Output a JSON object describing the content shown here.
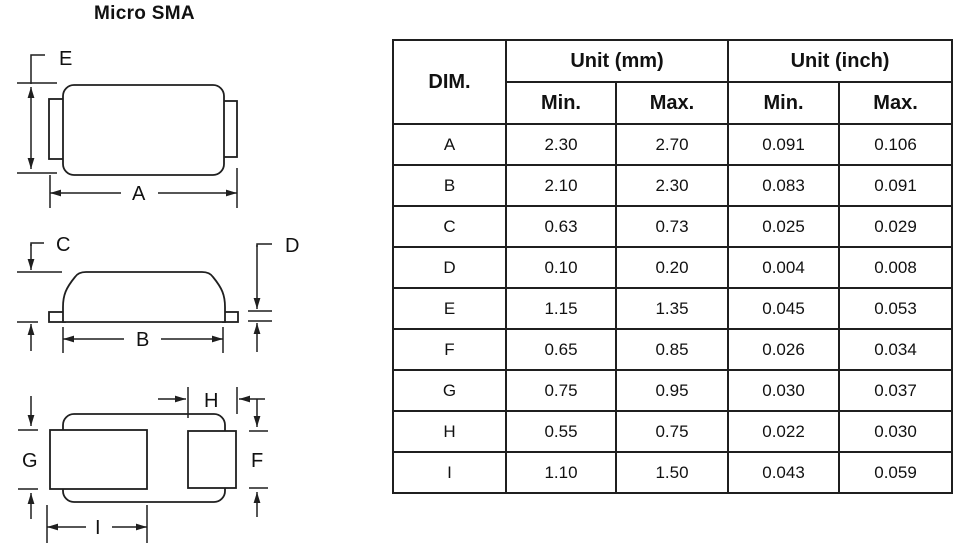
{
  "title": "Micro SMA",
  "colors": {
    "line": "#1f1f1f",
    "background": "#ffffff"
  },
  "table": {
    "dim_header": "DIM.",
    "group_headers": [
      "Unit (mm)",
      "Unit (inch)"
    ],
    "sub_headers": [
      "Min.",
      "Max.",
      "Min.",
      "Max."
    ],
    "rows": [
      {
        "dim": "A",
        "values": [
          "2.30",
          "2.70",
          "0.091",
          "0.106"
        ]
      },
      {
        "dim": "B",
        "values": [
          "2.10",
          "2.30",
          "0.083",
          "0.091"
        ]
      },
      {
        "dim": "C",
        "values": [
          "0.63",
          "0.73",
          "0.025",
          "0.029"
        ]
      },
      {
        "dim": "D",
        "values": [
          "0.10",
          "0.20",
          "0.004",
          "0.008"
        ]
      },
      {
        "dim": "E",
        "values": [
          "1.15",
          "1.35",
          "0.045",
          "0.053"
        ]
      },
      {
        "dim": "F",
        "values": [
          "0.65",
          "0.85",
          "0.026",
          "0.034"
        ]
      },
      {
        "dim": "G",
        "values": [
          "0.75",
          "0.95",
          "0.030",
          "0.037"
        ]
      },
      {
        "dim": "H",
        "values": [
          "0.55",
          "0.75",
          "0.022",
          "0.030"
        ]
      },
      {
        "dim": "I",
        "values": [
          "1.10",
          "1.50",
          "0.043",
          "0.059"
        ]
      }
    ]
  },
  "drawings": {
    "top_view": {
      "labels": {
        "e": "E",
        "a": "A"
      }
    },
    "side_view": {
      "labels": {
        "c": "C",
        "d": "D",
        "b": "B"
      }
    },
    "bottom_view": {
      "labels": {
        "g": "G",
        "h": "H",
        "f": "F",
        "i": "I"
      }
    }
  }
}
